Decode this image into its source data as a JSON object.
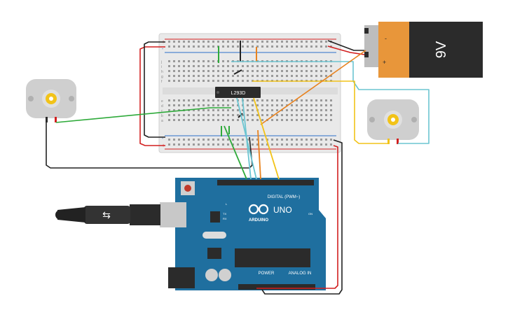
{
  "battery": {
    "label": "9V",
    "plus": "+",
    "minus": "-"
  },
  "chip": {
    "label": "L293D"
  },
  "arduino": {
    "brand": "ARDUINO",
    "model": "UNO",
    "digital_label": "DIGITAL (PWM~)",
    "power_label": "POWER",
    "analog_label": "ANALOG IN",
    "on_label": "ON",
    "l_label": "L",
    "tx_label": "TX",
    "rx_label": "RX"
  },
  "breadboard": {
    "row_letters_top": [
      "j",
      "i",
      "h",
      "g",
      "f"
    ],
    "row_letters_bottom": [
      "e",
      "d",
      "c",
      "b",
      "a"
    ],
    "rail_plus": "+",
    "rail_minus": "-"
  },
  "colors": {
    "wire_red": "#d21f1f",
    "wire_black": "#222222",
    "wire_green": "#2eaa3a",
    "wire_orange": "#e8821e",
    "wire_cyan": "#6cc5d1",
    "wire_yellow": "#f2c318",
    "board_blue": "#1f6f9f",
    "battery_orange": "#e8963a"
  },
  "icons": {
    "motor_left": "dc-motor-icon",
    "motor_right": "dc-motor-icon",
    "usb": "usb-plug-icon"
  }
}
